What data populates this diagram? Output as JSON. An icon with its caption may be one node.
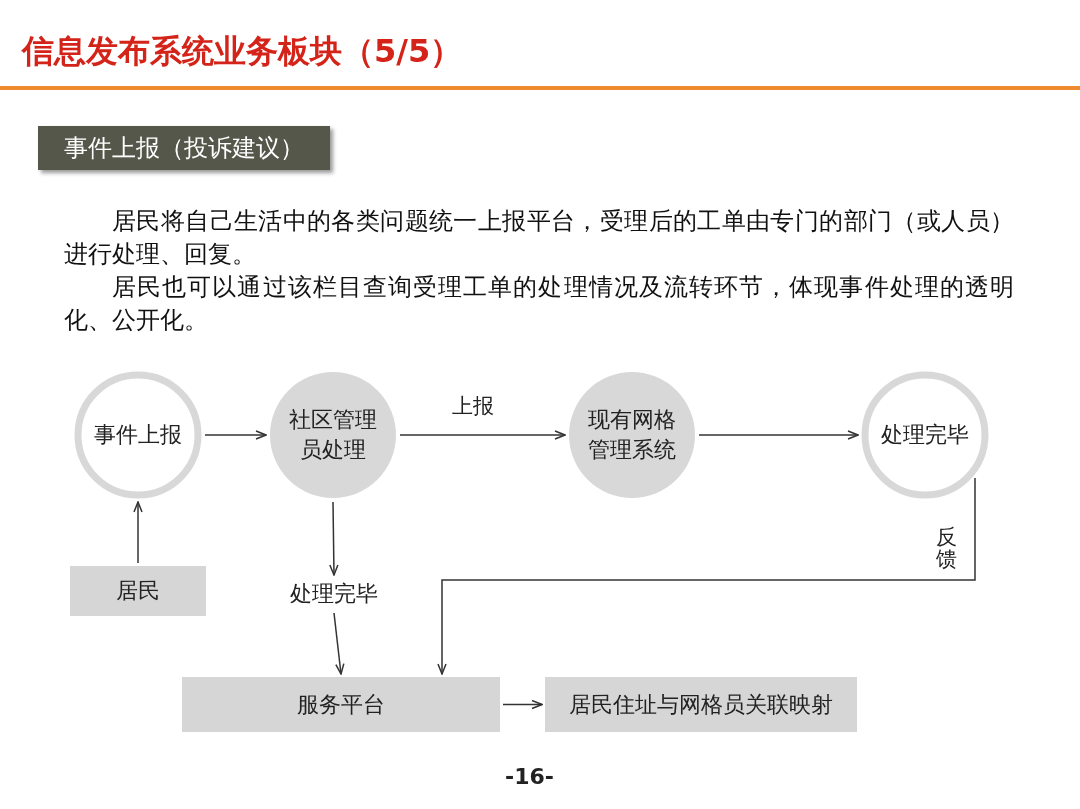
{
  "diagram": {
    "title": "信息发布系统业务板块（5/5）",
    "nodes": [
      {
        "text": [
          "事件上报（投诉建议）"
        ]
      },
      {
        "text": [
          "事件上报"
        ]
      },
      {
        "text": [
          "社区管理员处理"
        ]
      },
      {
        "text": [
          "现有网格管理系统"
        ]
      },
      {
        "text": [
          "处理完毕"
        ]
      },
      {
        "text": [
          "居民"
        ]
      },
      {
        "text": [
          "处理完毕"
        ]
      },
      {
        "text": [
          "服务平台"
        ]
      },
      {
        "text": [
          "居民住址与网格员关联映射"
        ]
      }
    ],
    "edges": [
      {
        "from": 5,
        "to": 1,
        "arrow": "to"
      },
      {
        "from": 1,
        "to": 2,
        "arrow": "to"
      },
      {
        "from": 2,
        "to": 3,
        "arrow": "to",
        "label": "上报"
      },
      {
        "from": 3,
        "to": 4,
        "arrow": "to"
      },
      {
        "from": 2,
        "to": 6,
        "arrow": "to"
      },
      {
        "from": 6,
        "to": 7,
        "arrow": "to"
      },
      {
        "from": 4,
        "to": 7,
        "arrow": "to",
        "label": "反馈"
      },
      {
        "from": 7,
        "to": 8,
        "arrow": "to"
      }
    ],
    "labels": [
      "居民将自己生活中的各类问题统一上报平台，受理后的工单由专门的部门（或人员）进行处理、回复。",
      "居民也可以通过该栏目查询受理工单的处理情况及流转环节，体现事件处理的透明化、公开化。",
      "-16-"
    ]
  }
}
